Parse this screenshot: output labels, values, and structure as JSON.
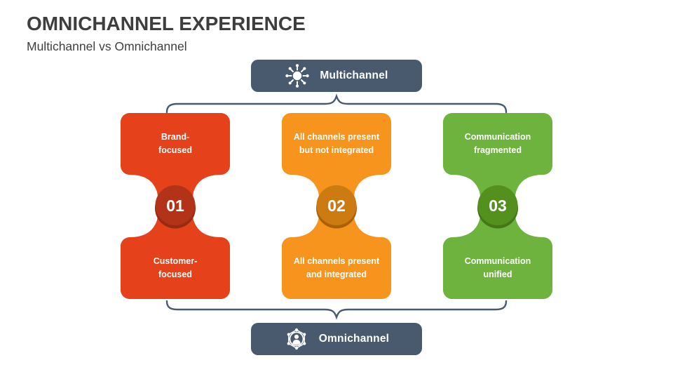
{
  "slide": {
    "title": "OMNICHANNEL EXPERIENCE",
    "subtitle": "Multichannel vs Omnichannel",
    "background_color": "#ffffff",
    "title_color": "#3e3e3e"
  },
  "multichannel_pill": {
    "label": "Multichannel",
    "icon": "hub-network-icon",
    "bg_color": "#4a5a6e",
    "text_color": "#ffffff"
  },
  "omnichannel_pill": {
    "label": "Omnichannel",
    "icon": "user-network-icon",
    "bg_color": "#4a5a6e",
    "text_color": "#ffffff"
  },
  "brace": {
    "color": "#4a5a6e"
  },
  "columns": [
    {
      "number": "01",
      "top_label": "Brand-\nfocused",
      "bottom_label": "Customer-\nfocused",
      "color": "#e5411b",
      "badge_color": "#b23317",
      "badge_shadow": "#962a12"
    },
    {
      "number": "02",
      "top_label": "All channels present\nbut not integrated",
      "bottom_label": "All channels present\nand integrated",
      "color": "#f6941e",
      "badge_color": "#cc7a12",
      "badge_shadow": "#a86108"
    },
    {
      "number": "03",
      "top_label": "Communication\nfragmented",
      "bottom_label": "Communication\nunified",
      "color": "#6db33d",
      "badge_color": "#54901e",
      "badge_shadow": "#457717"
    }
  ]
}
